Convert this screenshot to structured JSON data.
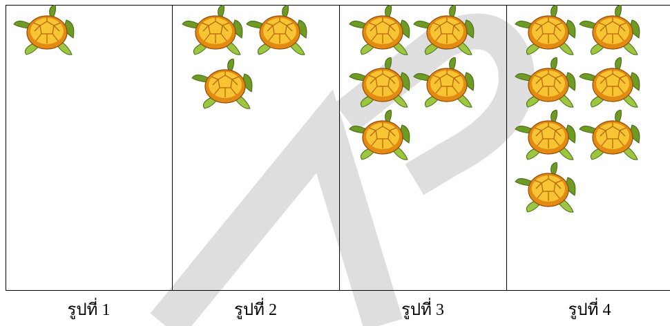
{
  "figures": [
    {
      "caption": "รูปที่ 1",
      "turtle_count": 1
    },
    {
      "caption": "รูปที่ 2",
      "turtle_count": 3
    },
    {
      "caption": "รูปที่ 3",
      "turtle_count": 5
    },
    {
      "caption": "รูปที่ 4",
      "turtle_count": 7
    }
  ],
  "colors": {
    "shell_outer": "#e38a12",
    "shell_inner": "#f7c533",
    "flipper": "#6f9b24",
    "flipper_light": "#9cc63f",
    "border": "#000000",
    "watermark": "#dedede"
  }
}
